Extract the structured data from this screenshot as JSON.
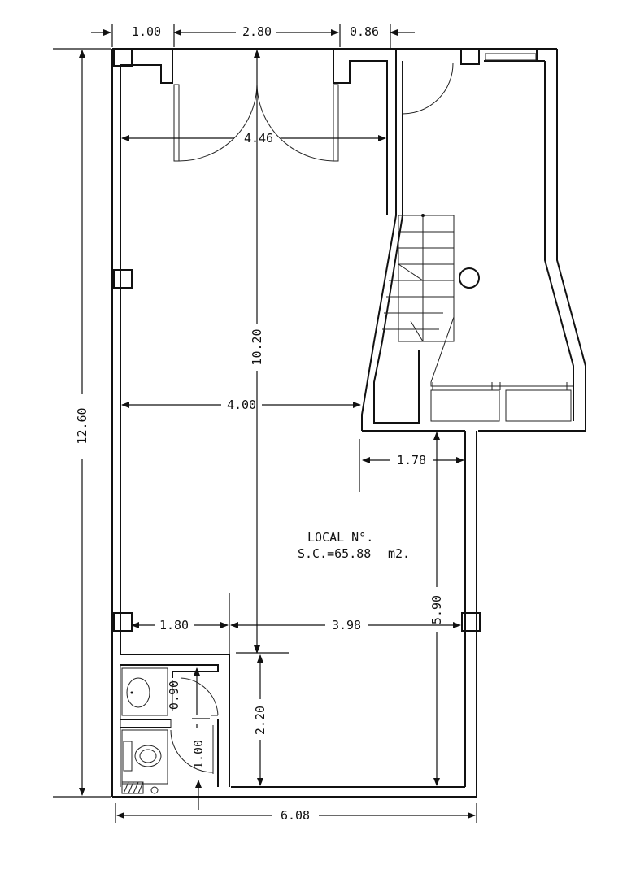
{
  "room": {
    "name": "LOCAL N°.",
    "area_label": "S.C.=65.88",
    "area_unit": "m2."
  },
  "dimensions": {
    "top_left": "1.00",
    "top_middle": "2.80",
    "top_right": "0.86",
    "width_upper": "4.46",
    "depth_main": "10.20",
    "width_mid": "4.00",
    "stair_offset": "1.78",
    "total_depth": "12.60",
    "right_depth": "5.90",
    "wc_width": "1.80",
    "main_width_lower": "3.98",
    "wc_door": "0.90",
    "wc_depth": "2.20",
    "wc_inner": "1.00",
    "total_width": "6.08"
  }
}
